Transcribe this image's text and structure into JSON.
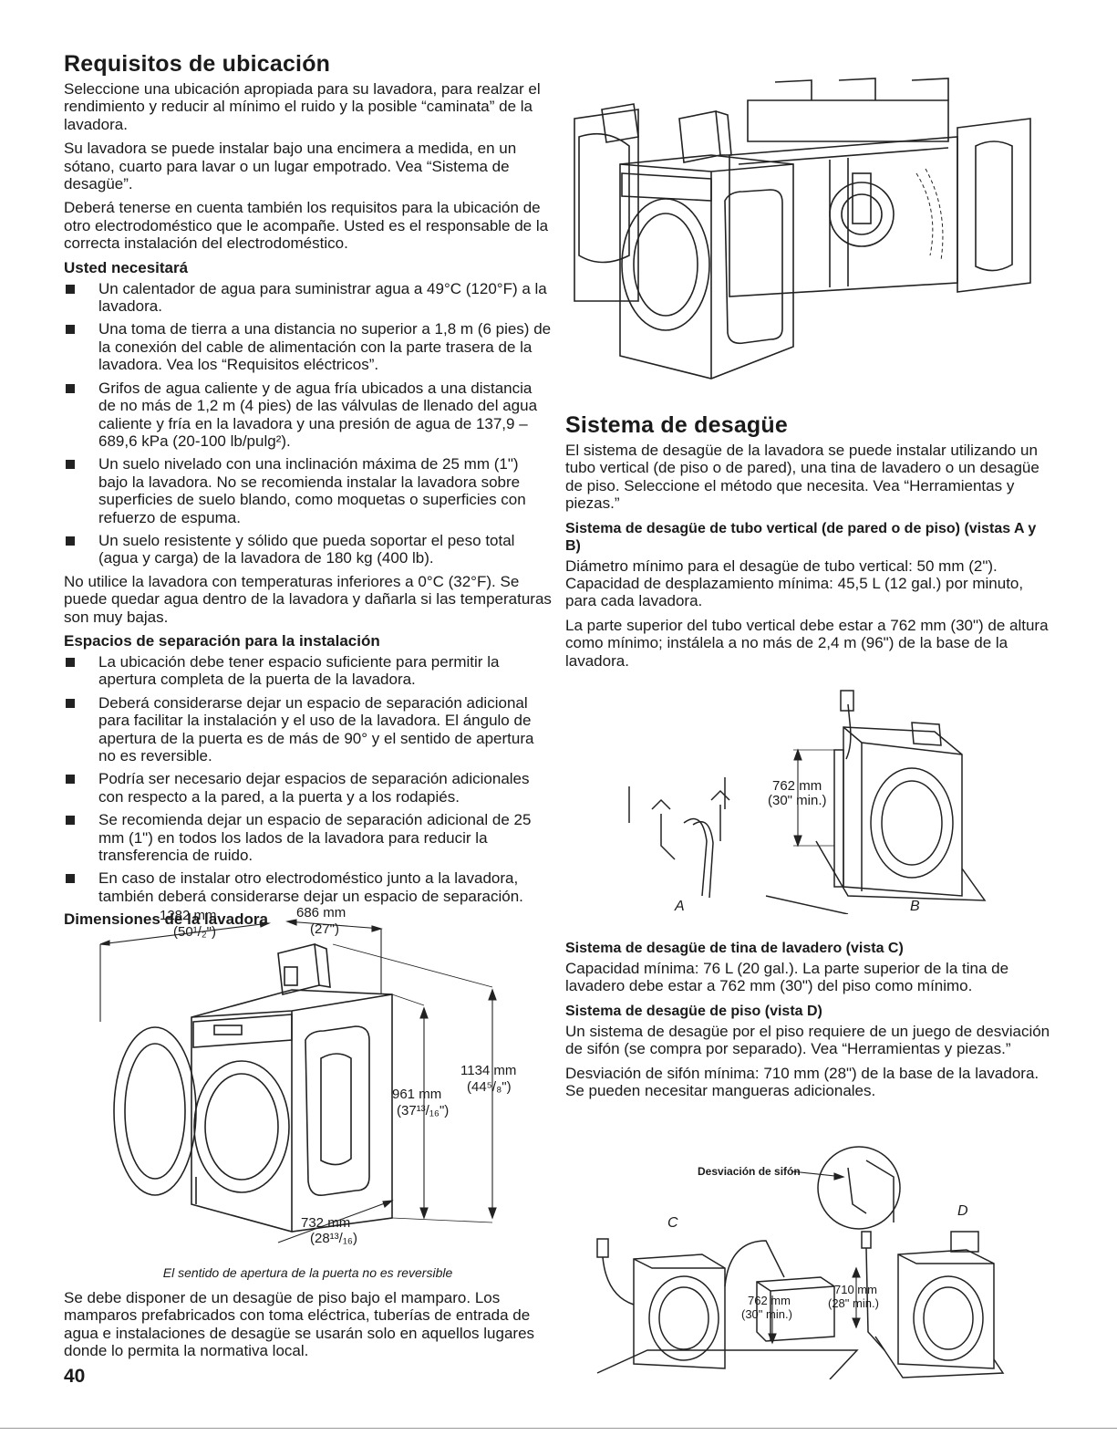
{
  "left": {
    "title": "Requisitos de ubicación",
    "intro": [
      "Seleccione una ubicación apropiada para su lavadora, para realzar el rendimiento y reducir al mínimo el ruido y la posible “caminata” de la lavadora.",
      "Su lavadora se puede instalar bajo una encimera a medida, en un sótano, cuarto para lavar o un lugar empotrado. Vea “Sistema de desagüe”.",
      "Deberá tenerse en cuenta también los requisitos para la ubicación de otro electrodoméstico que le acompañe. Usted es el responsable de la correcta instalación del electrodoméstico."
    ],
    "needs_heading": "Usted necesitará",
    "needs": [
      "Un calentador de agua para suministrar agua a 49°C (120°F) a la lavadora.",
      "Una toma de tierra a una distancia no superior a 1,8 m (6 pies) de la conexión del cable de alimentación con la parte trasera de la lavadora. Vea los “Requisitos eléctricos”.",
      "Grifos de agua caliente y de agua fría ubicados a una distancia de no más de 1,2 m (4 pies) de las válvulas de llenado del agua caliente y fría en la lavadora y una presión de agua de 137,9 – 689,6 kPa (20-100 lb/pulg²).",
      "Un suelo nivelado con una inclinación máxima de 25 mm (1\") bajo la lavadora. No se recomienda instalar la lavadora sobre superficies de suelo blando, como moquetas o superficies con refuerzo de espuma.",
      "Un suelo resistente y sólido que pueda soportar el peso total (agua y carga) de la lavadora de 180 kg (400 lb)."
    ],
    "temp_note": "No utilice la lavadora con temperaturas inferiores a 0°C (32°F). Se puede quedar agua dentro de la lavadora y dañarla si las temperaturas son muy bajas.",
    "clearance_heading": "Espacios de separación para la instalación",
    "clearances": [
      "La ubicación debe tener espacio suficiente para permitir la apertura completa de la puerta de la lavadora.",
      "Deberá considerarse dejar un espacio de separación adicional para facilitar la instalación y el uso de la lavadora. El ángulo de apertura de la puerta es de más de 90° y el sentido de apertura no es reversible.",
      "Podría ser necesario dejar espacios de separación adicionales con respecto a la pared, a la puerta y a los rodapiés.",
      "Se recomienda dejar un espacio de separación adicional de 25 mm (1\") en todos los lados de la lavadora para reducir la transferencia de ruido.",
      "En caso de instalar otro electrodoméstico junto a la lavadora, también deberá considerarse dejar un espacio de separación."
    ],
    "dims_heading": "Dimensiones de la lavadora",
    "dims": {
      "width_mm": "1282 mm",
      "width_in": "(50¹/₂\")",
      "depth_mm": "686 mm",
      "depth_in": "(27\")",
      "height_total_mm": "1134 mm",
      "height_total_in": "(44⁵/₈\")",
      "height_mm": "961 mm",
      "height_in": "(37¹³/₁₆\")",
      "base_mm": "732 mm",
      "base_in": "(28¹³/₁₆)"
    },
    "caption": "El sentido de apertura de la puerta no es reversible",
    "closing": "Se debe disponer de un desagüe de piso bajo el mamparo. Los mamparos prefabricados con toma eléctrica, tuberías de entrada de agua e instalaciones de desagüe se usarán solo en aquellos lugares donde lo permita la normativa local.",
    "page_number": "40"
  },
  "right": {
    "title": "Sistema de desagüe",
    "intro": "El sistema de desagüe de la lavadora se puede instalar utilizando un tubo vertical (de piso o de pared), una tina de lavadero o un desagüe de piso. Seleccione el método que necesita. Vea “Herramientas y piezas.”",
    "standpipe_heading": "Sistema de desagüe de tubo vertical (de pared o de piso) (vistas A y B)",
    "standpipe_p1": "Diámetro mínimo para el desagüe de tubo vertical: 50 mm (2\"). Capacidad de desplazamiento mínima: 45,5 L (12 gal.) por minuto, para cada lavadora.",
    "standpipe_p2": "La parte superior del tubo vertical debe estar a 762 mm (30\") de altura como mínimo; instálela a no más de 2,4 m (96\") de la base de la lavadora.",
    "fig_ab": {
      "dim_mm": "762 mm",
      "dim_in": "(30\" min.)",
      "label_a": "A",
      "label_b": "B"
    },
    "tub_heading": "Sistema de desagüe de tina de lavadero (vista C)",
    "tub_p": "Capacidad mínima: 76 L (20 gal.). La parte superior de la tina de lavadero debe estar a 762 mm (30\") del piso como mínimo.",
    "floor_heading": "Sistema de desagüe de piso (vista D)",
    "floor_p1": "Un sistema de desagüe por el piso requiere de un juego de desviación de sifón (se compra por separado). Vea “Herramientas y piezas.”",
    "floor_p2": "Desviación de sifón mínima: 710 mm (28\") de la base de la lavadora. Se pueden necesitar mangueras adicionales.",
    "fig_cd": {
      "siphon_label": "Desviación de sifón",
      "label_c": "C",
      "label_d": "D",
      "c_dim_mm": "762 mm",
      "c_dim_in": "(30\" min.)",
      "d_dim_mm": "710 mm",
      "d_dim_in": "(28\" min.)"
    }
  }
}
